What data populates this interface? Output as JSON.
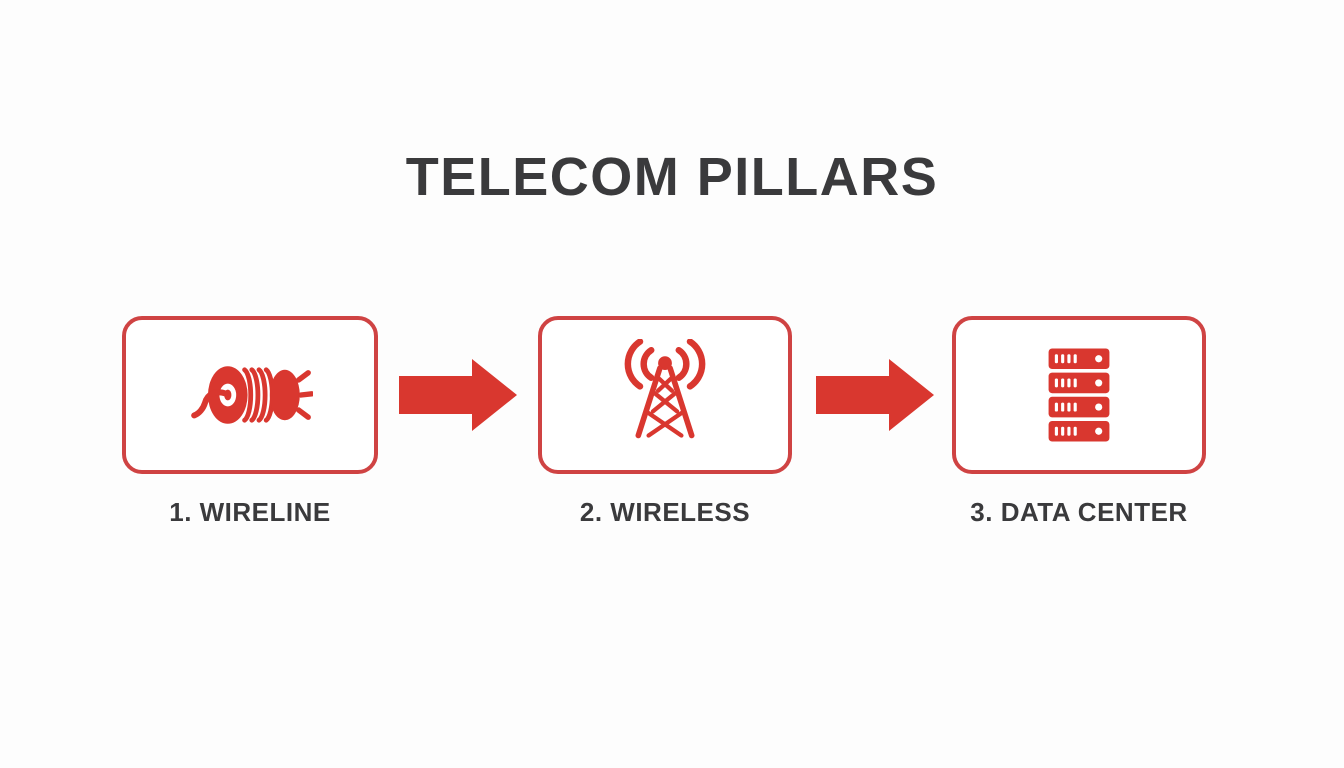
{
  "title": "TELECOM PILLARS",
  "colors": {
    "icon_red": "#d9372f",
    "border_red": "#cf4343",
    "text": "#3a3a3c",
    "background": "#fdfdfd"
  },
  "pillars": [
    {
      "label": "1. WIRELINE",
      "icon": "cable-spool-icon"
    },
    {
      "label": "2. WIRELESS",
      "icon": "radio-tower-icon"
    },
    {
      "label": "3. DATA CENTER",
      "icon": "server-rack-icon"
    }
  ],
  "connectors": [
    {
      "icon": "arrow-right-icon"
    },
    {
      "icon": "arrow-right-icon"
    }
  ]
}
